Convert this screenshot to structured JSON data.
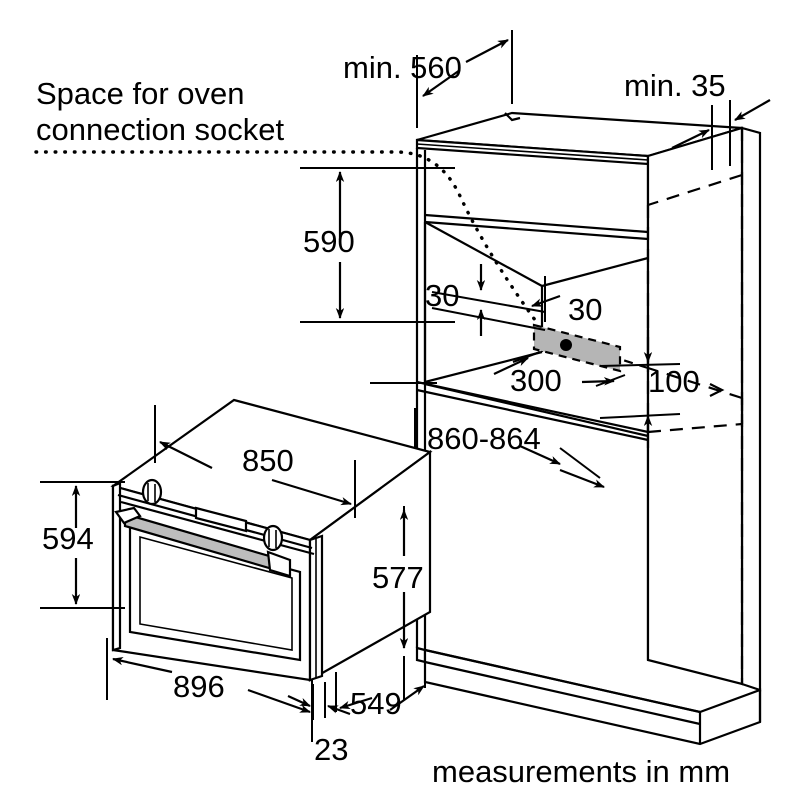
{
  "drawing": {
    "title_note": {
      "line1": "Space for oven",
      "line2": "connection socket"
    },
    "footer_note": "measurements in mm",
    "unit": "mm",
    "dimensions": {
      "niche_width_min": "min. 560",
      "rear_gap_min": "min. 35",
      "niche_height": "590",
      "socket_offset_left": "30",
      "socket_offset_right": "30",
      "socket_width": "300",
      "socket_height_from_floor": "100",
      "niche_floor_height": "860-864",
      "oven_top_width": "850",
      "oven_front_height": "594",
      "oven_body_height": "577",
      "oven_front_width": "896",
      "oven_depth": "549",
      "oven_door_thickness": "23"
    },
    "colors": {
      "line": "#000000",
      "socket_fill": "#b5b5b5",
      "background": "#ffffff"
    },
    "parts": {
      "cabinet": "tall-cabinet-niche",
      "oven": "built-in-oven",
      "socket": "connection-socket-zone"
    }
  },
  "chart_data": {
    "type": "table",
    "title": "Built-in oven installation dimensions",
    "categories": [
      "min. 560",
      "min. 35",
      "590",
      "30",
      "30",
      "300",
      "100",
      "860-864",
      "850",
      "594",
      "577",
      "896",
      "549",
      "23"
    ],
    "values": [
      560,
      35,
      590,
      30,
      30,
      300,
      100,
      862,
      850,
      594,
      577,
      896,
      549,
      23
    ],
    "ylabel": "mm"
  }
}
